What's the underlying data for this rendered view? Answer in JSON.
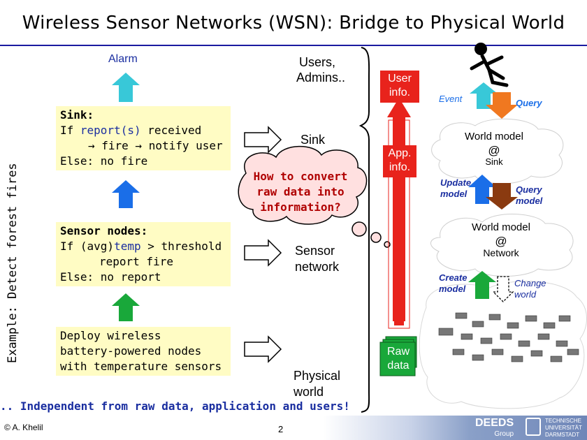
{
  "title": "Wireless Sensor Networks (WSN): Bridge to Physical World",
  "vertical_label": "Example: Detect forest fires",
  "left": {
    "alarm": "Alarm",
    "sink_box": {
      "l1": "Sink:",
      "l2a": "If ",
      "l2b": "report(s)",
      "l2c": " received",
      "l3": "→ fire → notify user",
      "l4": "Else: no fire"
    },
    "sensor_box": {
      "l1": "Sensor nodes:",
      "l2a": "If (avg)",
      "l2b": "temp",
      "l2c": " > threshold",
      "l3": "report fire",
      "l4": "Else: no report"
    },
    "deploy_box": {
      "l1": "Deploy wireless",
      "l2": "battery-powered nodes",
      "l3": "with temperature sensors"
    },
    "bottom_line": ".. Independent from raw data, application and users!"
  },
  "middle": {
    "users": "Users,",
    "admins": "Admins..",
    "sink": "Sink",
    "cloud1": "How to convert",
    "cloud2": "raw data into",
    "cloud3": "information?",
    "sensor": "Sensor",
    "network": "network",
    "physical": "Physical",
    "world": "world"
  },
  "info": {
    "user1": "User",
    "user2": "info.",
    "app1": "App.",
    "app2": "info.",
    "raw1": "Raw",
    "raw2": "data"
  },
  "right": {
    "event": "Event",
    "query": "Query",
    "wm_sink1": "World model",
    "wm_sink2": "@",
    "wm_sink3": "Sink",
    "update1": "Update",
    "update2": "model",
    "qmodel1": "Query",
    "qmodel2": "model",
    "wm_net1": "World model",
    "wm_net2": "@",
    "wm_net3": "Network",
    "create1": "Create",
    "create2": "model",
    "change1": "Change",
    "change2": "world"
  },
  "footer": {
    "author": "© A. Khelil",
    "page": "2",
    "deeds": "DEEDS",
    "group": "Group",
    "tu1": "TECHNISCHE",
    "tu2": "UNIVERSITÄT",
    "tu3": "DARMSTADT"
  },
  "colors": {
    "cyan": "#38c8d8",
    "blue": "#1a6ee8",
    "green": "#19a83a",
    "orange": "#f07820",
    "brown": "#8a3a10",
    "red": "#e8231c",
    "box": "#fffcc4"
  }
}
